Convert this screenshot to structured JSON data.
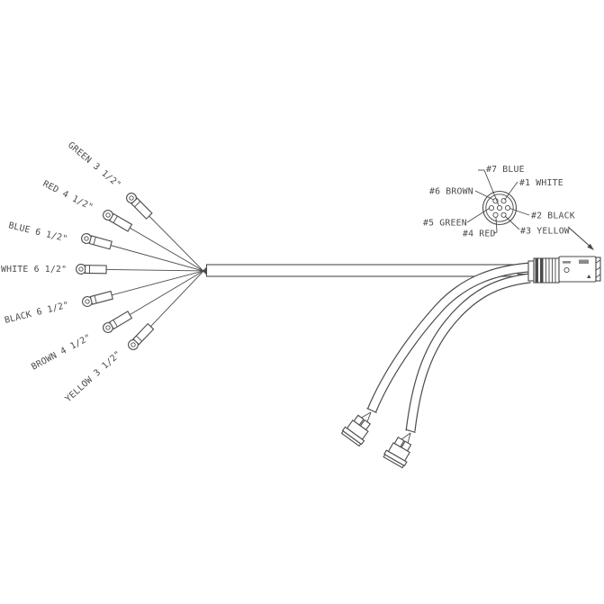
{
  "drawing_type": "wire-harness-assembly-diagram",
  "colors": {
    "line": "#4a4a4a",
    "text": "#4a4a4a",
    "background": "#ffffff"
  },
  "wires": [
    {
      "id": "green",
      "label": "GREEN 3 1/2\""
    },
    {
      "id": "red",
      "label": "RED 4 1/2\""
    },
    {
      "id": "blue",
      "label": "BLUE 6 1/2\""
    },
    {
      "id": "white",
      "label": "WHITE 6 1/2\""
    },
    {
      "id": "black",
      "label": "BLACK 6 1/2\""
    },
    {
      "id": "brown",
      "label": "BROWN 4 1/2\""
    },
    {
      "id": "yellow",
      "label": "YELLOW 3 1/2\""
    }
  ],
  "pinout": {
    "labels": [
      {
        "pin": "#7",
        "color": "BLUE",
        "label": "#7 BLUE"
      },
      {
        "pin": "#1",
        "color": "WHITE",
        "label": "#1 WHITE"
      },
      {
        "pin": "#6",
        "color": "BROWN",
        "label": "#6 BROWN"
      },
      {
        "pin": "#2",
        "color": "BLACK",
        "label": "#2 BLACK"
      },
      {
        "pin": "#5",
        "color": "GREEN",
        "label": "#5 GREEN"
      },
      {
        "pin": "#4",
        "color": "RED",
        "label": "#4 RED"
      },
      {
        "pin": "#3",
        "color": "YELLOW",
        "label": "#3 YELLOW"
      }
    ]
  }
}
